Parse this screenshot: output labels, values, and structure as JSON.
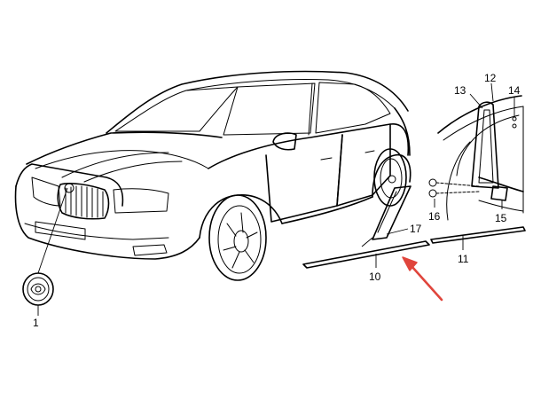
{
  "labels": {
    "p1": "1",
    "p10": "10",
    "p11": "11",
    "p12": "12",
    "p13": "13",
    "p14": "14",
    "p15": "15",
    "p16": "16",
    "p17": "17"
  },
  "colors": {
    "line": "#000000",
    "background": "#ffffff",
    "arrow": "#e0453c"
  }
}
